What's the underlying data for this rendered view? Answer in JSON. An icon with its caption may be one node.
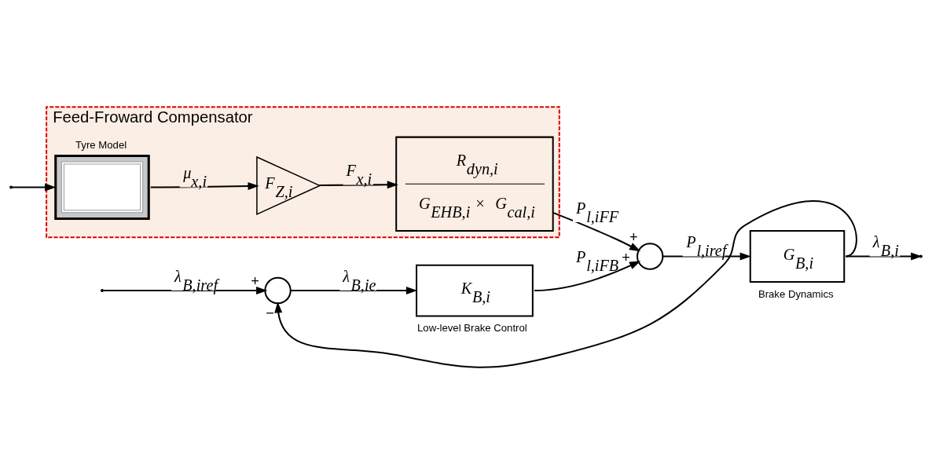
{
  "diagram": {
    "nodes": [
      {
        "text": [
          "Feed-Froward Compensator"
        ]
      },
      {
        "text": [
          "Tyre Model"
        ],
        "in": 0
      },
      {
        "text": [
          "F$_{Z,i}$"
        ],
        "in": 0
      },
      {
        "text": [
          "R$_{dyn,i}$",
          "G$_{EHB,i}$ × G$_{cal,i}$"
        ],
        "in": 0
      },
      {
        "text": [],
        "shape": "circle"
      },
      {
        "text": [
          "K$_{B,i}$"
        ],
        "beside": [
          "Low-level Brake Control"
        ]
      },
      {
        "text": [],
        "shape": "circle"
      },
      {
        "text": [
          "G$_{B,i}$"
        ],
        "beside": [
          "Brake Dynamics"
        ]
      }
    ],
    "edges": [
      {
        "from": null,
        "to": 4,
        "arrow": "to",
        "label": "λ$_{B,iref}$"
      },
      {
        "from": null,
        "to": 1,
        "arrow": "to"
      },
      {
        "from": 1,
        "to": 2,
        "arrow": "to",
        "label": "μ$_{x,i}$"
      },
      {
        "from": 2,
        "to": 3,
        "arrow": "to",
        "label": "F$_{x,i}$"
      },
      {
        "from": 3,
        "to": 6,
        "arrow": "to",
        "label": "P$_{l,iFF}$"
      },
      {
        "from": 4,
        "to": 5,
        "arrow": "to",
        "label": "λ$_{B,ie}$"
      },
      {
        "from": 5,
        "to": 6,
        "arrow": "to",
        "label": "P$_{l,iFB}$"
      },
      {
        "from": 6,
        "to": 7,
        "arrow": "to",
        "label": "P$_{l,iref}$"
      },
      {
        "from": 7,
        "to": null,
        "arrow": "to",
        "label": "λ$_{B,i}$"
      },
      {
        "from": 7,
        "to": 4,
        "arrow": "to"
      }
    ],
    "labels": [
      "+",
      "−",
      "+",
      "+"
    ]
  }
}
